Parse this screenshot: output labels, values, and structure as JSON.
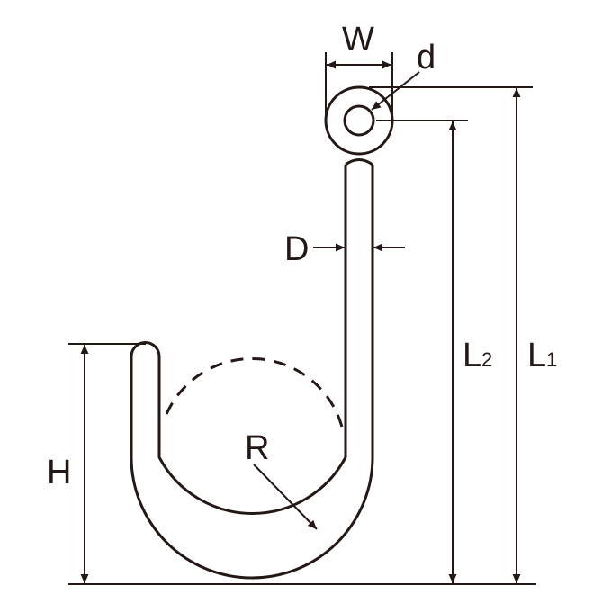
{
  "diagram": {
    "colors": {
      "ink": "#231815",
      "background": "#ffffff"
    },
    "labels": {
      "W": "W",
      "d": "d",
      "D": "D",
      "L2_main": "L",
      "L2_sub": "2",
      "L1_main": "L",
      "L1_sub": "1",
      "H": "H",
      "R": "R"
    }
  }
}
